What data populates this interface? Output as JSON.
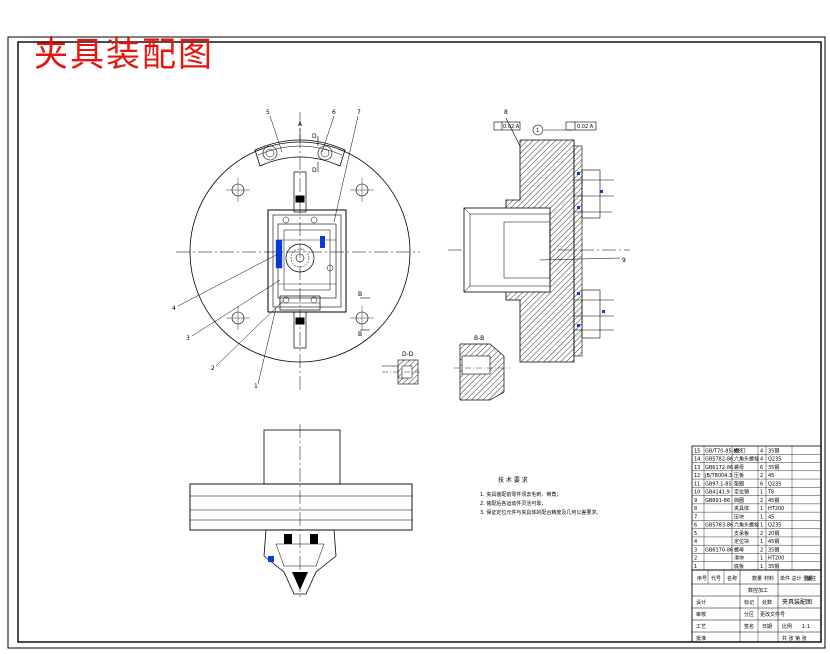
{
  "title": "夹具装配图",
  "colors": {
    "title": "#e8140c",
    "line": "#000000",
    "center_line": "#000000",
    "hatch": "#000000",
    "highlight": "#0b3bd6",
    "background": "#ffffff"
  },
  "front_view": {
    "balloons": [
      "5",
      "6",
      "7",
      "4",
      "3",
      "2",
      "1"
    ],
    "section_marks": [
      "D",
      "D",
      "B",
      "B",
      "A"
    ]
  },
  "side_view": {
    "balloon_top": "8",
    "balloon_right": "9",
    "tolerance_labels": [
      "0.02 A",
      "1",
      "0.02 A"
    ]
  },
  "section_views": {
    "d_d": "D-D",
    "b_b": "B-B"
  },
  "tech_requirements": {
    "heading": "技 术 要 求",
    "items": [
      "1. 夹具装配前零件须去毛刺、倒角；",
      "2. 装配后各运动件灵活可靠；",
      "3. 保证定位元件与夹具体的配合精度及几何公差要求。"
    ]
  },
  "parts_list": {
    "rows": [
      {
        "no": "15",
        "code": "GB/T70-85-M8",
        "name": "螺 钉",
        "qty": "4",
        "material": "35钢"
      },
      {
        "no": "14",
        "code": "GB5782-86",
        "name": "六角头螺栓",
        "qty": "4",
        "material": "Q235"
      },
      {
        "no": "13",
        "code": "GB6172-86",
        "name": "螺母",
        "qty": "6",
        "material": "35钢"
      },
      {
        "no": "12",
        "code": "JB/T8004.3",
        "name": "压板",
        "qty": "2",
        "material": "45"
      },
      {
        "no": "11",
        "code": "GB97.1-85",
        "name": "垫圈",
        "qty": "6",
        "material": "Q235"
      },
      {
        "no": "10",
        "code": "GB4141.9",
        "name": "定位销",
        "qty": "1",
        "material": "T8"
      },
      {
        "no": "9",
        "code": "GB891-86",
        "name": "挡圈",
        "qty": "2",
        "material": "45钢"
      },
      {
        "no": "8",
        "code": "",
        "name": "夹具体",
        "qty": "1",
        "material": "HT200"
      },
      {
        "no": "7",
        "code": "",
        "name": "压块",
        "qty": "1",
        "material": "45"
      },
      {
        "no": "6",
        "code": "GB5783-86",
        "name": "六角头螺栓",
        "qty": "1",
        "material": "Q235"
      },
      {
        "no": "5",
        "code": "",
        "name": "支承板",
        "qty": "2",
        "material": "20钢"
      },
      {
        "no": "4",
        "code": "",
        "name": "定位块",
        "qty": "1",
        "material": "45钢"
      },
      {
        "no": "3",
        "code": "GB6170-86",
        "name": "螺母",
        "qty": "2",
        "material": "35钢"
      },
      {
        "no": "2",
        "code": "",
        "name": "滑块",
        "qty": "1",
        "material": "HT200"
      },
      {
        "no": "1",
        "code": "",
        "name": "底板",
        "qty": "1",
        "material": "35钢"
      }
    ],
    "header": {
      "no": "序号",
      "code": "代号",
      "name": "名称",
      "qty": "数量",
      "material": "材料",
      "weight": "单件 总计 重量",
      "remark": "备注"
    }
  },
  "title_block": {
    "name": "夹具装配图",
    "school": "数控加工",
    "labels": [
      "设计",
      "审核",
      "工艺",
      "批准",
      "标记",
      "处数",
      "分区",
      "更改文件号",
      "签名",
      "日期"
    ],
    "scale_label": "比例",
    "scale": "1:1",
    "sheet": "共 张 第 张"
  }
}
